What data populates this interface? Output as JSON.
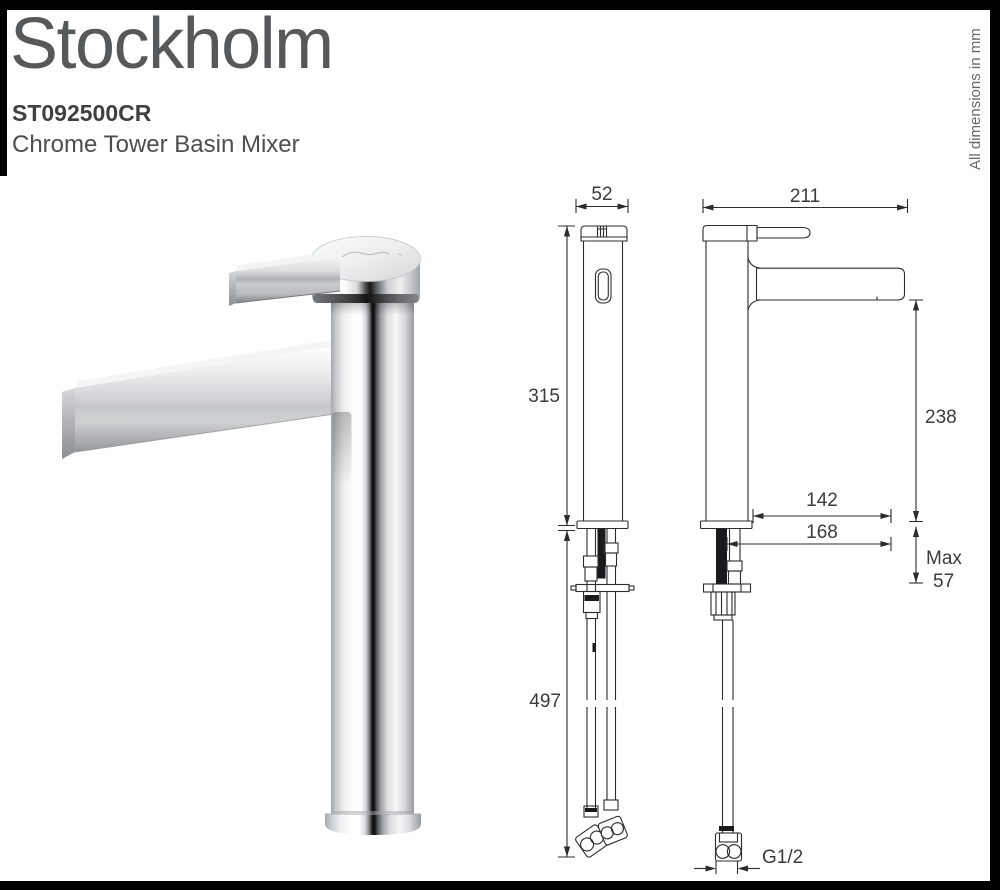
{
  "header": {
    "title": "Stockholm",
    "model": "ST092500CR",
    "subtitle": "Chrome Tower Basin Mixer"
  },
  "note": {
    "text": "All dimensions in mm"
  },
  "dims": {
    "front_width": "52",
    "side_reach": "211",
    "front_height": "315",
    "under_height": "497",
    "spout_clearance": "238",
    "reach_inner": "142",
    "reach_outer": "168",
    "max_word": "Max",
    "max_value": "57",
    "thread": "G1/2"
  },
  "colors": {
    "frame": "#000000",
    "title_text": "#57585a",
    "drawing_line": "#2c2c2e",
    "label_text": "#3a3b3d"
  }
}
